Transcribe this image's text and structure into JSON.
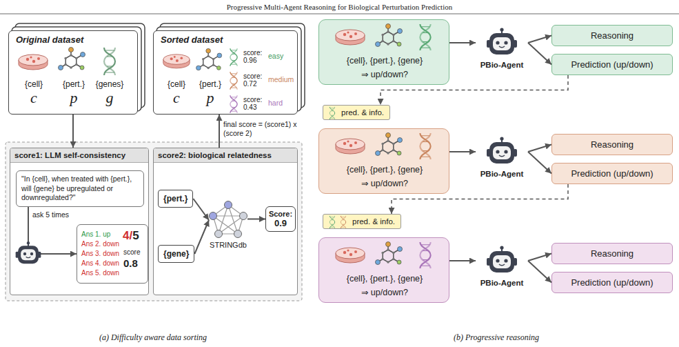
{
  "diagram": {
    "title": "Progressive Multi-Agent Reasoning for Biological Perturbation Prediction",
    "nodes": [
      {
        "text": [
          "Original dataset",
          "{cell}",
          "{pert.}",
          "{genes}",
          "c",
          "p",
          "g"
        ]
      },
      {
        "text": [
          "Sorted dataset",
          "{cell}",
          "{pert.}",
          "c",
          "p",
          "score: 0.96",
          "easy",
          "score: 0.72",
          "medium",
          "score: 0.43",
          "hard"
        ]
      },
      {
        "text": [
          "score1: LLM self-consistency"
        ]
      },
      {
        "text": [
          "\"In {cell}, when treated with {pert.}, will {gene} be upregulated or downregulated?\""
        ],
        "in": 2
      },
      {
        "text": [
          "Ans 1. up",
          "Ans 2. down",
          "Ans 3. down",
          "Ans 4. down",
          "Ans 5. down",
          "4/5",
          "score",
          "0.8"
        ],
        "in": 2
      },
      {
        "text": [
          "score2: biological relatedness"
        ]
      },
      {
        "text": [
          "{pert.}"
        ],
        "in": 5
      },
      {
        "text": [
          "{gene}"
        ],
        "in": 5
      },
      {
        "text": [
          "STRINGdb"
        ],
        "in": 5
      },
      {
        "text": [
          "Score:",
          "0.9"
        ],
        "in": 5
      },
      {
        "text": [
          "{cell}, {pert.}, {gene}",
          "⇒ up/down?"
        ]
      },
      {
        "text": [
          "PBio-Agent"
        ]
      },
      {
        "text": [
          "Reasoning"
        ]
      },
      {
        "text": [
          "Prediction (up/down)"
        ]
      },
      {
        "text": [
          "pred. & info."
        ]
      },
      {
        "text": [
          "{cell}, {pert.}, {gene}",
          "⇒ up/down?"
        ]
      },
      {
        "text": [
          "PBio-Agent"
        ]
      },
      {
        "text": [
          "Reasoning"
        ]
      },
      {
        "text": [
          "Prediction (up/down)"
        ]
      },
      {
        "text": [
          "pred. & info."
        ]
      },
      {
        "text": [
          "{cell}, {pert.}, {gene}",
          "⇒ up/down?"
        ]
      },
      {
        "text": [
          "PBio-Agent"
        ]
      },
      {
        "text": [
          "Reasoning"
        ]
      },
      {
        "text": [
          "Prediction (up/down)"
        ]
      }
    ],
    "edges": [
      {
        "from": 0,
        "to": 2,
        "arrow": "to"
      },
      {
        "from": 5,
        "to": 1,
        "label": "final score = (score1) x (score 2)",
        "arrow": "to"
      },
      {
        "from": 3,
        "to": 4,
        "label": "ask 5 times",
        "arrow": "to"
      },
      {
        "from": 6,
        "to": 8,
        "arrow": "to"
      },
      {
        "from": 7,
        "to": 8,
        "arrow": "to"
      },
      {
        "from": 8,
        "to": 9,
        "arrow": "to"
      },
      {
        "from": 10,
        "to": 11,
        "arrow": "to"
      },
      {
        "from": 11,
        "to": 12,
        "arrow": "to"
      },
      {
        "from": 11,
        "to": 13,
        "arrow": "to"
      },
      {
        "from": 13,
        "to": 14,
        "arrow": "to"
      },
      {
        "from": 15,
        "to": 16,
        "arrow": "to"
      },
      {
        "from": 16,
        "to": 17,
        "arrow": "to"
      },
      {
        "from": 16,
        "to": 18,
        "arrow": "to"
      },
      {
        "from": 18,
        "to": 19,
        "arrow": "to"
      },
      {
        "from": 20,
        "to": 21,
        "arrow": "to"
      },
      {
        "from": 21,
        "to": 22,
        "arrow": "to"
      },
      {
        "from": 21,
        "to": 23,
        "arrow": "to"
      }
    ],
    "labels": [
      "(a) Difficulty aware data sorting",
      "(b) Progressive reasoning"
    ]
  }
}
